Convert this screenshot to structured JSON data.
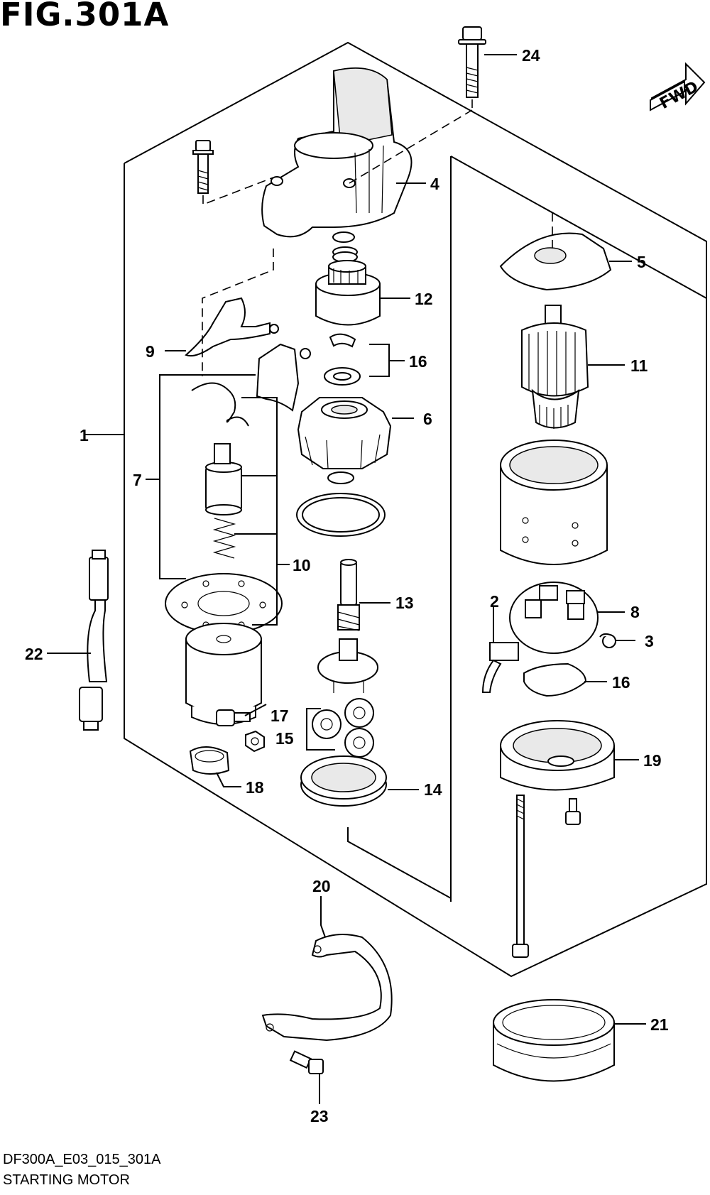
{
  "figure": {
    "title": "FIG.301A"
  },
  "footer": {
    "code": "DF300A_E03_015_301A",
    "name": "STARTING MOTOR"
  },
  "fwd": {
    "label": "FWD"
  },
  "callouts": {
    "c1": "1",
    "c2": "2",
    "c3": "3",
    "c4": "4",
    "c5": "5",
    "c6": "6",
    "c7": "7",
    "c8": "8",
    "c9": "9",
    "c10": "10",
    "c11": "11",
    "c12": "12",
    "c13": "13",
    "c14": "14",
    "c15": "15",
    "c16a": "16",
    "c16b": "16",
    "c17": "17",
    "c18": "18",
    "c19": "19",
    "c20": "20",
    "c21": "21",
    "c22": "22",
    "c23": "23",
    "c24": "24"
  }
}
